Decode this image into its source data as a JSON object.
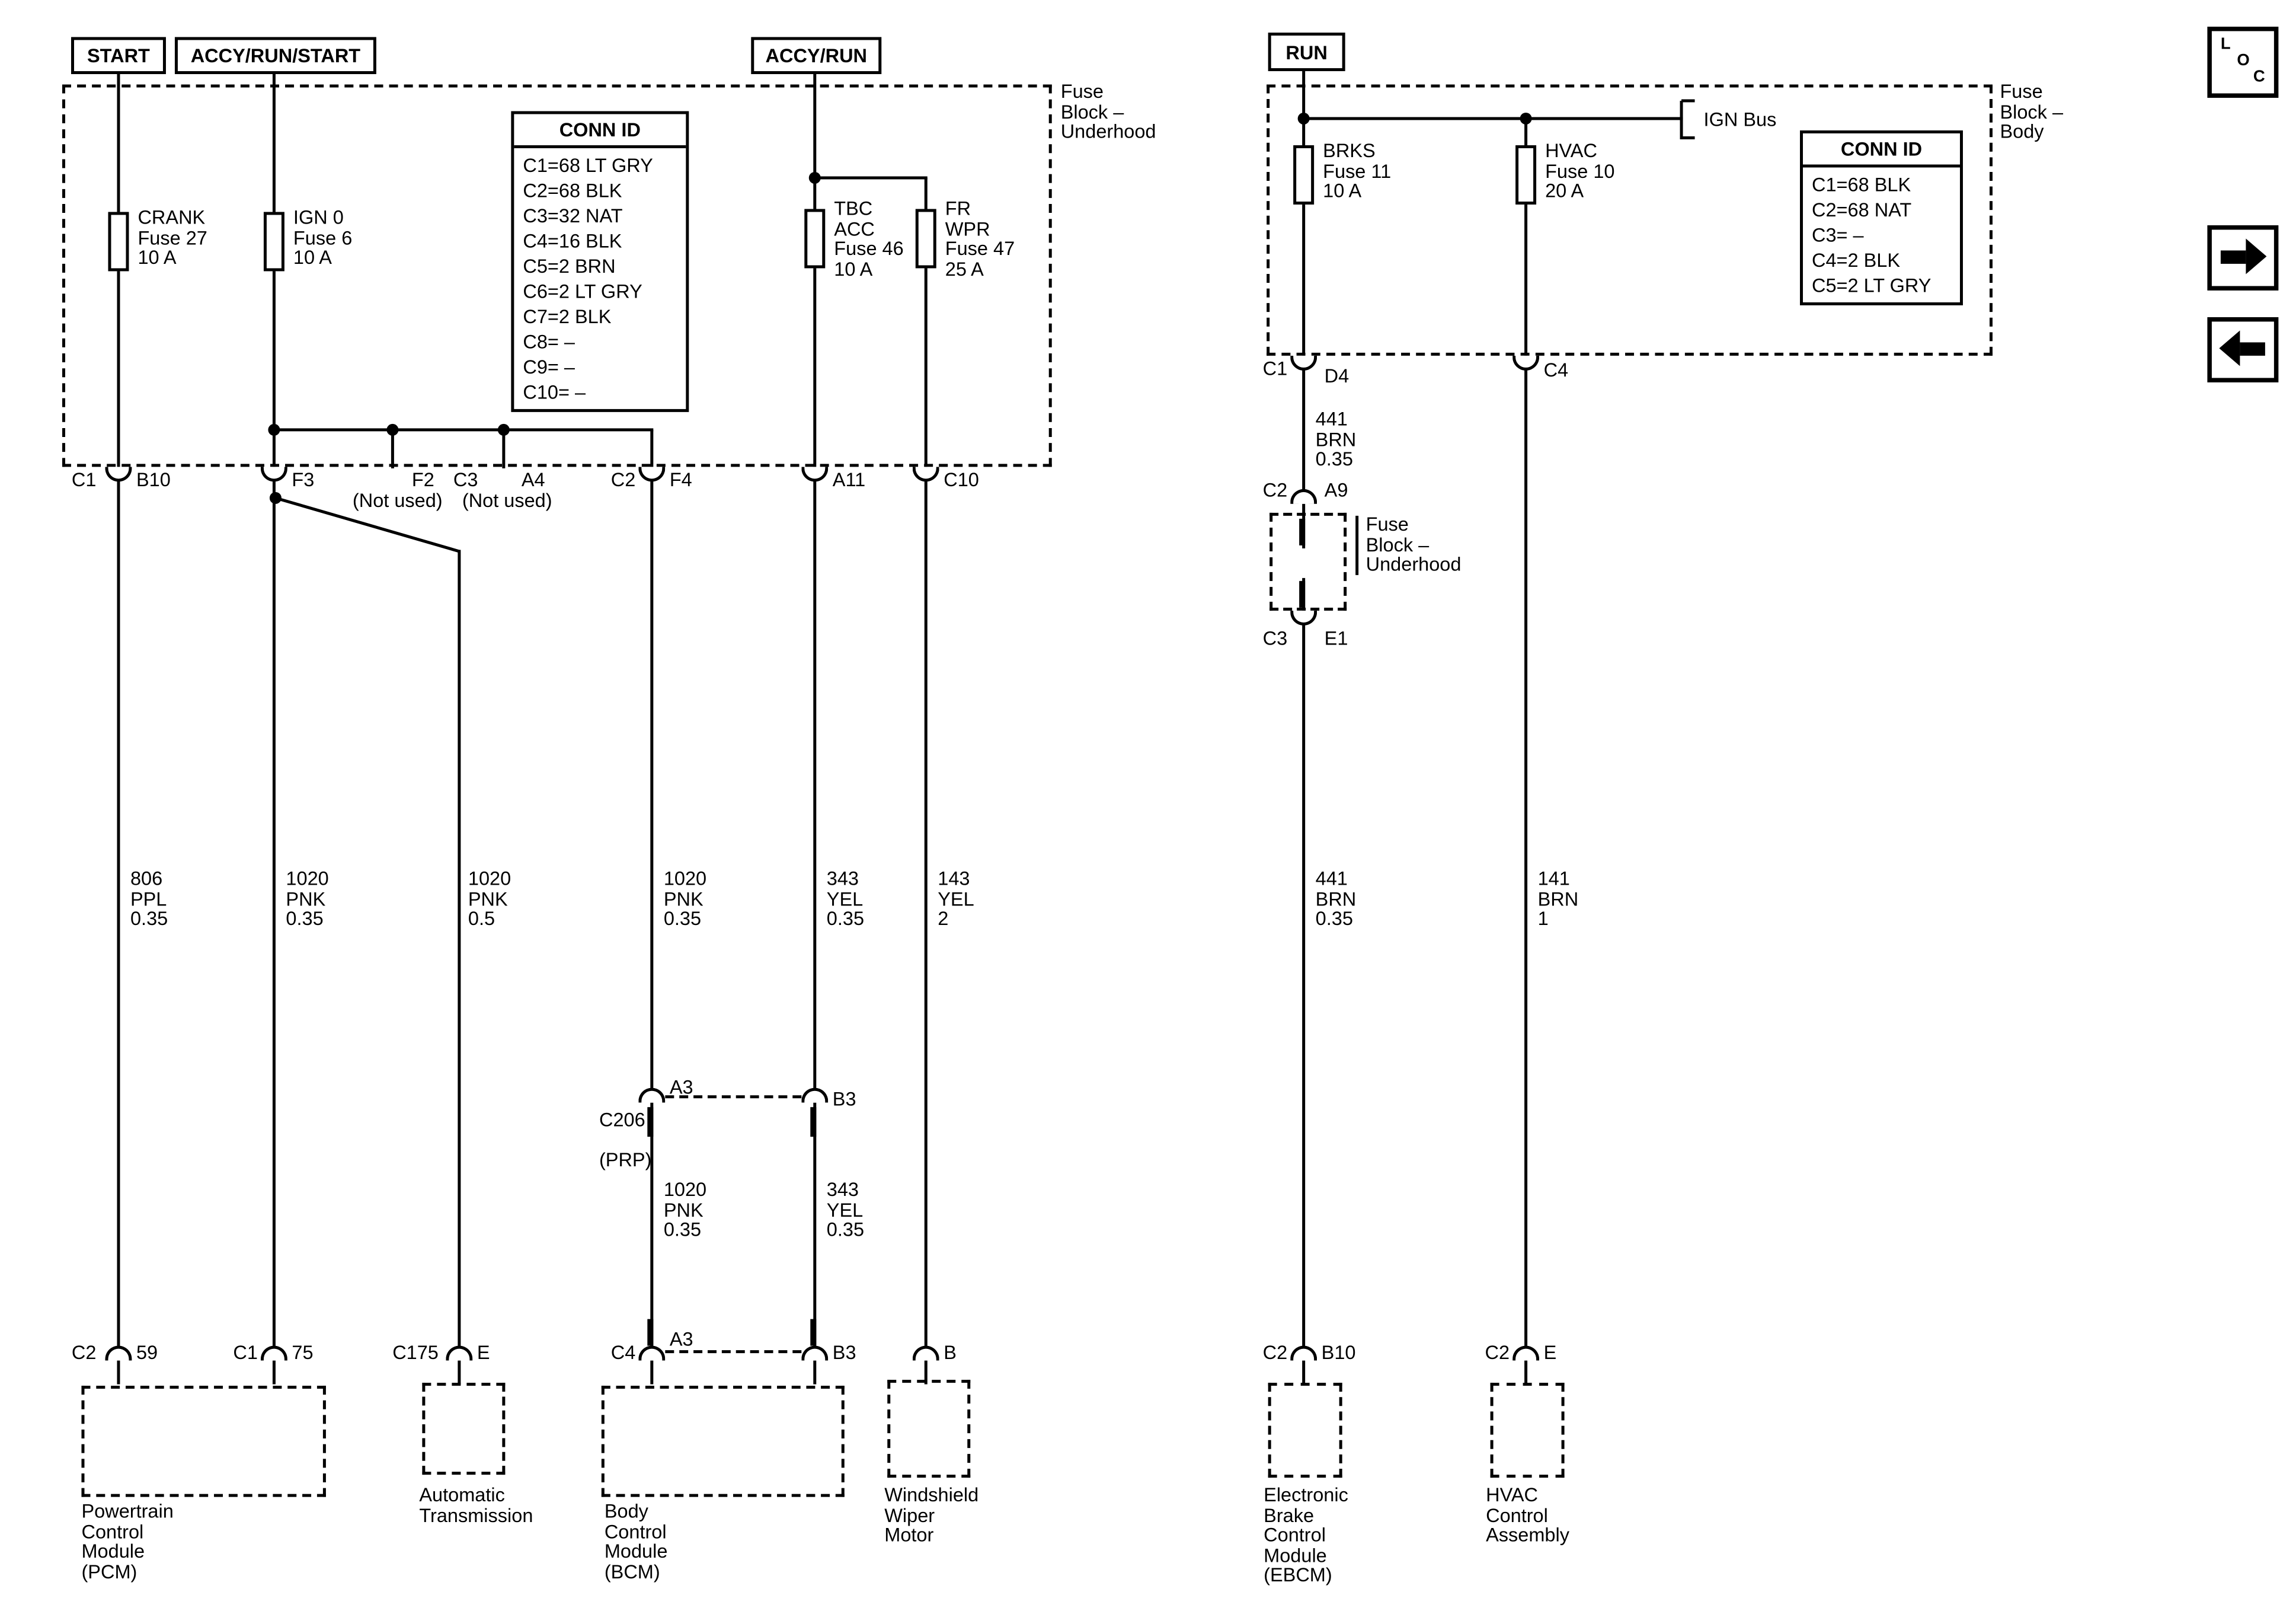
{
  "power_modes": {
    "start": "START",
    "accy_run_start": "ACCY/RUN/START",
    "accy_run": "ACCY/RUN",
    "run": "RUN"
  },
  "fuse_blocks": {
    "underhood": "Fuse\nBlock –\nUnderhood",
    "body": "Fuse\nBlock –\nBody",
    "underhood_pass": "Fuse\nBlock –\nUnderhood"
  },
  "ign_bus_label": "IGN Bus",
  "conn_id_underhood": {
    "title": "CONN ID",
    "rows": "C1=68 LT GRY\nC2=68 BLK\nC3=32 NAT\nC4=16 BLK\nC5=2 BRN\nC6=2 LT GRY\nC7=2 BLK\nC8= –\nC9= –\nC10= –"
  },
  "conn_id_body": {
    "title": "CONN ID",
    "rows": "C1=68 BLK\nC2=68 NAT\nC3= –\nC4=2 BLK\nC5=2 LT GRY"
  },
  "fuses": {
    "crank": "CRANK\nFuse 27\n10 A",
    "ign0": "IGN 0\nFuse 6\n10 A",
    "tbc_acc": "TBC\nACC\nFuse 46\n10 A",
    "fr_wpr": "FR\nWPR\nFuse 47\n25 A",
    "brks": "BRKS\nFuse 11\n10 A",
    "hvac": "HVAC\nFuse 10\n20 A"
  },
  "wires": {
    "ppl_806": "806\nPPL\n0.35",
    "pnk_1020_035": "1020\nPNK\n0.35",
    "pnk_1020_05": "1020\nPNK\n0.5",
    "yel_343": "343\nYEL\n0.35",
    "yel_143": "143\nYEL\n2",
    "brn_441": "441\nBRN\n0.35",
    "brn_141": "141\nBRN\n1"
  },
  "pins": {
    "c1": "C1",
    "c2": "C2",
    "c3": "C3",
    "c4": "C4",
    "c10": "C10",
    "b10": "B10",
    "f2": "F2",
    "f3": "F3",
    "f4": "F4",
    "a4": "A4",
    "a11": "A11",
    "a3": "A3",
    "b3": "B3",
    "a9": "A9",
    "d4": "D4",
    "e1": "E1",
    "b": "B",
    "e": "E",
    "p59": "59",
    "p75": "75",
    "c175": "C175",
    "c206": "C206",
    "prp": "(PRP)",
    "not_used": "(Not used)"
  },
  "components": {
    "pcm": "Powertrain\nControl\nModule\n(PCM)",
    "transmission": "Automatic\nTransmission",
    "bcm": "Body\nControl\nModule\n(BCM)",
    "wiper_motor": "Windshield\nWiper\nMotor",
    "ebcm": "Electronic\nBrake\nControl\nModule\n(EBCM)",
    "hvac_assembly": "HVAC\nControl\nAssembly"
  },
  "nav": {
    "loc": {
      "l": "L",
      "o": "O",
      "c": "C"
    }
  },
  "colors": {
    "line": "#000000",
    "background": "#ffffff"
  }
}
